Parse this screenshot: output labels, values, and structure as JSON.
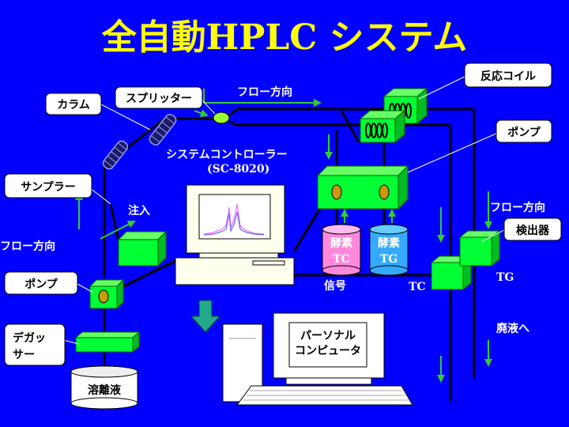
{
  "title": "全自動HPLC システム",
  "labels": {
    "column": "カラム",
    "splitter": "スプリッター",
    "flow_top": "フロー方向",
    "reaction_coil": "反応コイル",
    "pump_right": "ポンプ",
    "controller_line1": "システムコントローラー",
    "controller_line2": "(SC-8020)",
    "sampler": "サンプラー",
    "injection": "注入",
    "flow_left": "フロー方向",
    "pump_left": "ポンプ",
    "degasser_line1": "デガッ",
    "degasser_line2": "サー",
    "eluent": "溶離液",
    "enzyme_tc_line1": "酵素",
    "enzyme_tc_line2": "TC",
    "enzyme_tg_line1": "酵素",
    "enzyme_tg_line2": "TG",
    "signal": "信号",
    "tc": "TC",
    "tg": "TG",
    "flow_right": "フロー方向",
    "detector": "検出器",
    "waste": "廃液へ",
    "pc_line1": "パーソナル",
    "pc_line2": "コンピュータ"
  },
  "colors": {
    "background": "#0000ff",
    "title": "#ffff00",
    "module": "#00ff33",
    "arrow": "#33cc33",
    "enzyme_tc": "#ff88dd",
    "enzyme_tg": "#33aaff",
    "chromatogram_1": "#ff66ff",
    "chromatogram_2": "#6666ff"
  }
}
